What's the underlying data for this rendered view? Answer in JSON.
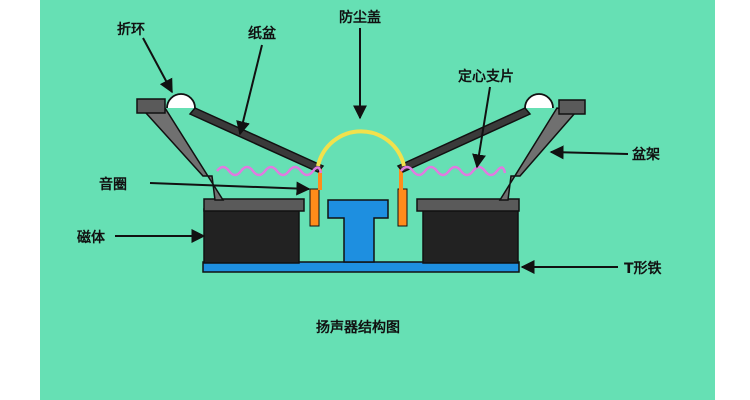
{
  "colors": {
    "background": "#66e0b4",
    "frame": "#707070",
    "magnet": "#222222",
    "top_plate": "#5a5a5a",
    "t_iron": "#1e8fe0",
    "coil": "#ff8c1a",
    "dust_cap": "#f2e14c",
    "spider": "#e07be0",
    "outline": "#111111"
  },
  "labels": {
    "surround": "折环",
    "cone": "纸盆",
    "dust_cap": "防尘盖",
    "spider": "定心支片",
    "voice_coil": "音圈",
    "basket": "盆架",
    "magnet": "磁体",
    "t_iron": "T形铁"
  },
  "caption": "扬声器结构图"
}
